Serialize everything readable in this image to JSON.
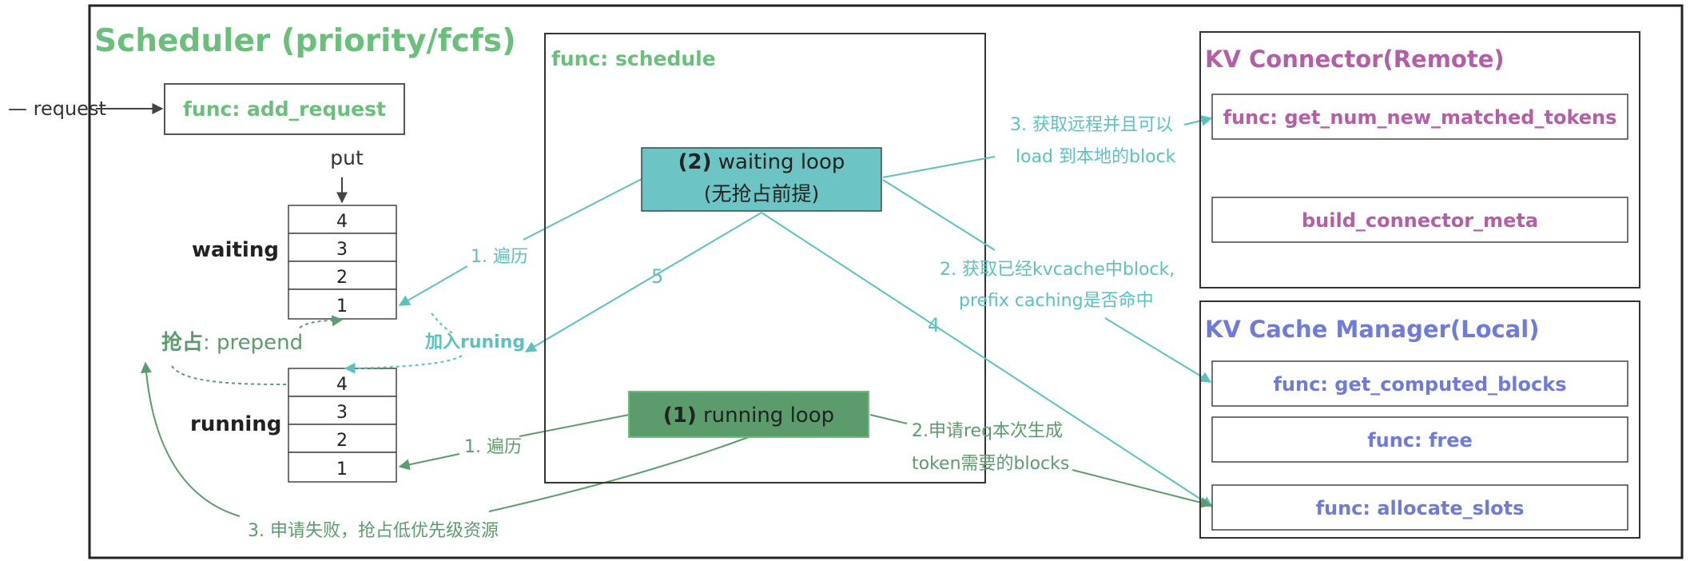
{
  "colors": {
    "green": "#6abf7b",
    "dark_green": "#5c9c6c",
    "teal": "#5cc0c0",
    "teal_fill": "#6cc4c4",
    "running_fill": "#5c9c6c",
    "purple": "#b45ea8",
    "blue": "#6f7bd9",
    "border": "#222222",
    "box_border": "#333333"
  },
  "scheduler": {
    "title": "Scheduler (priority/fcfs)",
    "request_label": "— request",
    "add_request": "func: add_request",
    "put_label": "put",
    "waiting_label": "waiting",
    "running_label": "running",
    "waiting_cells": [
      "4",
      "3",
      "2",
      "1"
    ],
    "running_cells": [
      "4",
      "3",
      "2",
      "1"
    ],
    "preempt_bold": "抢占",
    "preempt_rest": ": prepend",
    "join_running": "加入runing",
    "traverse_waiting": "1. 遍历",
    "traverse_running": "1. 遍历",
    "five_label": "5",
    "apply_fail": "3. 申请失败，抢占低优先级资源"
  },
  "schedule": {
    "title": "func: schedule",
    "waiting_loop_num": "(2)",
    "waiting_loop_text": " waiting loop",
    "waiting_loop_sub": "(无抢占前提)",
    "running_loop_num": "(1)",
    "running_loop_text": " running loop",
    "four_label": "4"
  },
  "annotations": {
    "remote_line1": "3. 获取远程并且可以",
    "remote_line2": "load 到本地的block",
    "computed_line1": "2. 获取已经kvcache中block,",
    "computed_line2": "prefix caching是否命中",
    "alloc_line1": "2.申请req本次生成",
    "alloc_line2": "token需要的blocks"
  },
  "kv_connector": {
    "title": "KV Connector(Remote)",
    "func_matched": "func: get_num_new_matched_tokens",
    "func_meta": "build_connector_meta"
  },
  "kv_cache_manager": {
    "title": "KV Cache Manager(Local)",
    "func_computed": "func: get_computed_blocks",
    "func_free": "func: free",
    "func_allocate": "func: allocate_slots"
  }
}
